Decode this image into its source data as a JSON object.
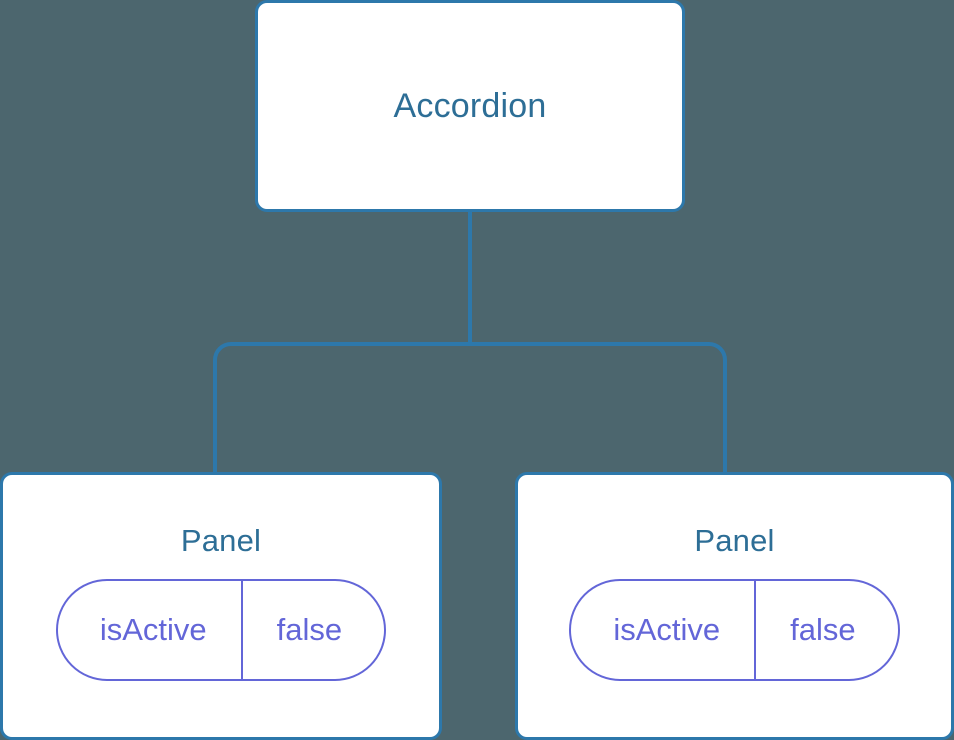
{
  "diagram": {
    "type": "component-tree",
    "background_color": "#4c666e",
    "node_border_color": "#2d78ab",
    "node_title_color": "#2d6e96",
    "prop_color": "#6366d8",
    "connector_color": "#2d78ab",
    "root": {
      "id": "accordion",
      "title": "Accordion"
    },
    "children": [
      {
        "id": "panel-0",
        "title": "Panel",
        "props": [
          {
            "key": "isActive",
            "value": "false"
          }
        ]
      },
      {
        "id": "panel-1",
        "title": "Panel",
        "props": [
          {
            "key": "isActive",
            "value": "false"
          }
        ]
      }
    ]
  }
}
